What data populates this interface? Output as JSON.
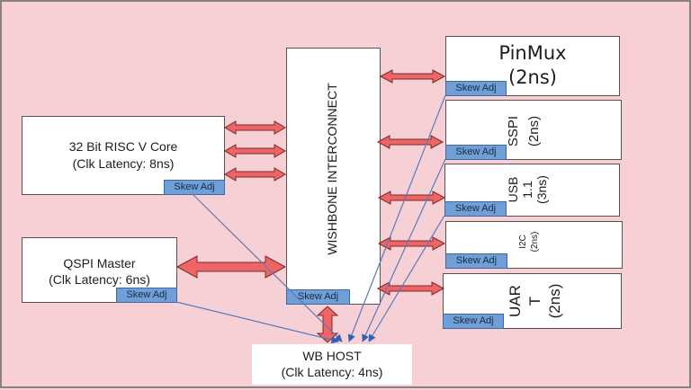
{
  "diagram": {
    "skew_label": "Skew Adj",
    "cpu": {
      "line1": "32 Bit RISC V Core",
      "line2": "(Clk Latency: 8ns)"
    },
    "qspi": {
      "line1": "QSPI  Master",
      "line2": "(Clk Latency: 6ns)"
    },
    "interconnect": {
      "label": "WISHBONE INTERCONNECT"
    },
    "wb_host": {
      "line1": "WB HOST",
      "line2": "(Clk Latency: 4ns)"
    },
    "peripherals": [
      {
        "name": "PinMux",
        "latency": "(2ns)"
      },
      {
        "name": "SSPI",
        "latency": "(2ns)"
      },
      {
        "name": "USB",
        "line2": "1.1",
        "latency": "(3ns)"
      },
      {
        "name": "I2C",
        "latency": "(2ns)"
      },
      {
        "name": "UAR",
        "line2": "T",
        "latency": "(2ns)"
      }
    ],
    "colors": {
      "background": "#f6d0d5",
      "bus_arrow_fill": "#ef6464",
      "bus_arrow_stroke": "#7a2a2a",
      "skew_fill": "#6f9fd6",
      "clock_line": "#5b7bb8",
      "clock_arrowhead": "#2d62b0"
    }
  }
}
